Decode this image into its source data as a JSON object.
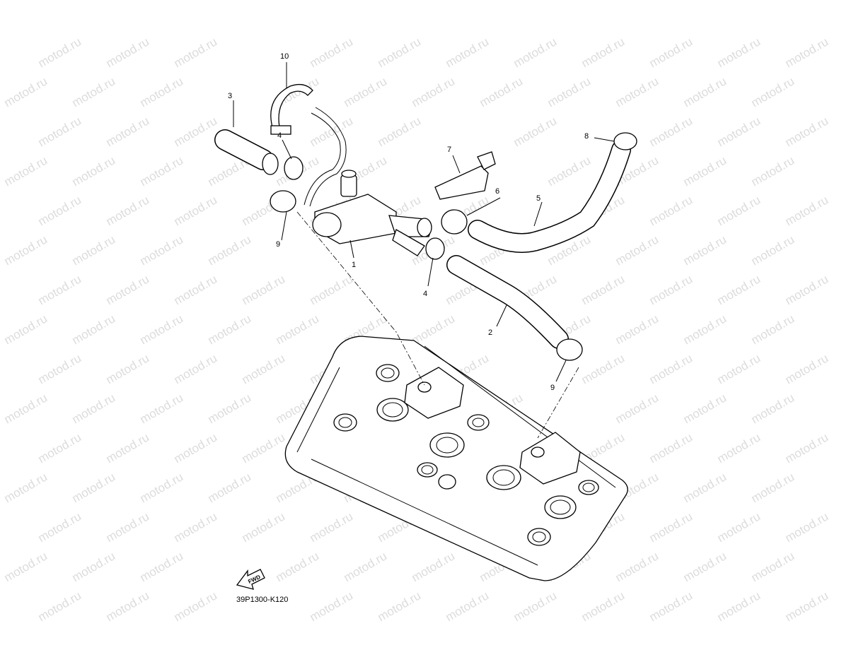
{
  "watermark": "motod.ru",
  "diagram_code": "39P1300-K120",
  "fwd_label": "FWD",
  "callouts": {
    "c1": "1",
    "c2": "2",
    "c3": "3",
    "c4a": "4",
    "c4b": "4",
    "c5": "5",
    "c6": "6",
    "c7": "7",
    "c8": "8",
    "c9a": "9",
    "c9b": "9",
    "c10": "10"
  }
}
